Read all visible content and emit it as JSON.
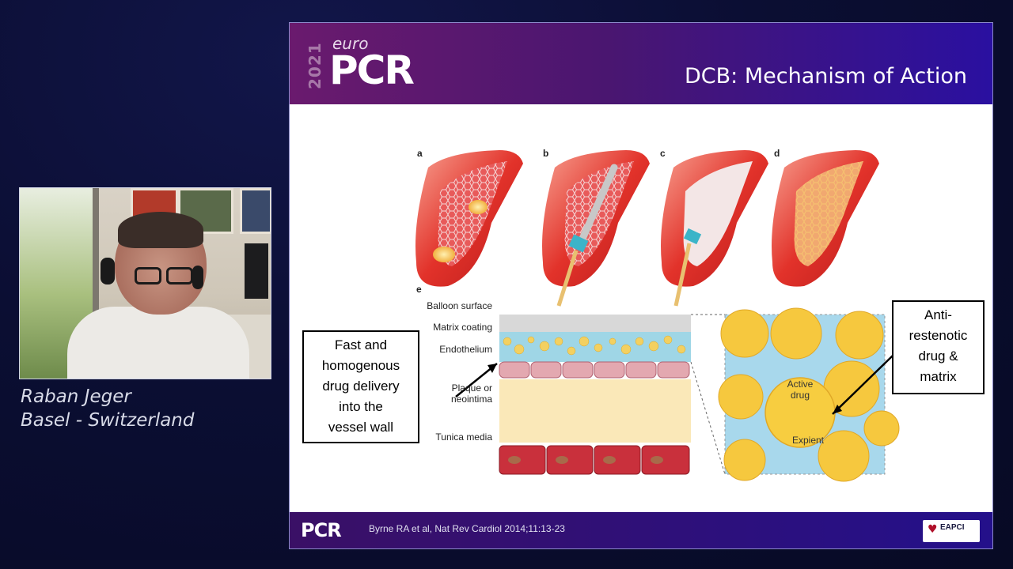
{
  "speaker": {
    "name": "Raban Jeger",
    "location": "Basel - Switzerland"
  },
  "slide": {
    "logo": {
      "year": "2021",
      "euro": "euro",
      "brand": "PCR"
    },
    "title": "DCB: Mechanism of Action",
    "panels": [
      "a",
      "b",
      "c",
      "d",
      "e"
    ],
    "layers": {
      "balloon_surface": "Balloon surface",
      "matrix_coating": "Matrix coating",
      "endothelium": "Endothelium",
      "plaque": "Plaque or\nneointima",
      "tunica_media": "Tunica media"
    },
    "zoom": {
      "active_drug": "Active\ndrug",
      "expient": "Expient"
    },
    "callouts": {
      "left": "Fast and\nhomogenous\ndrug delivery\ninto the\nvessel wall",
      "right": "Anti-\nrestenotic\ndrug &\nmatrix"
    },
    "footer": {
      "brand": "PCR",
      "citation": "Byrne RA et al, Nat Rev Cardiol 2014;11:13-23",
      "badge": "EAPCI"
    }
  }
}
